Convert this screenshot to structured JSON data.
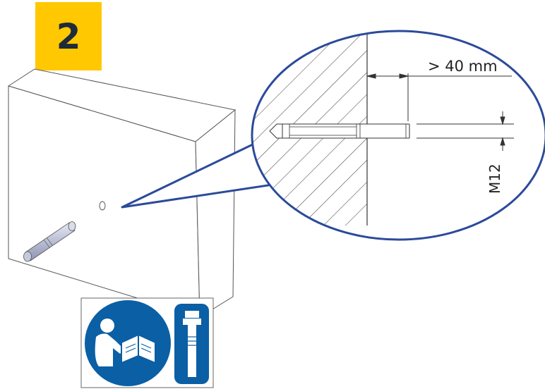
{
  "step": {
    "number": "2"
  },
  "dimensions": {
    "embed_depth": "> 40 mm",
    "thread_size": "M12"
  },
  "colors": {
    "badge_yellow": "#ffc800",
    "sign_blue": "#0b5fa5",
    "callout_blue": "#2b4a9a",
    "line_gray": "#555555"
  },
  "icons": [
    "read-manual-icon",
    "anchor-bolt-icon"
  ]
}
